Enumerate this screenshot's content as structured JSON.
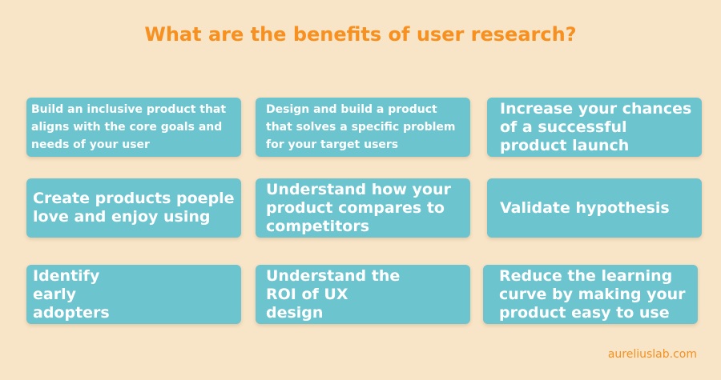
{
  "title": "What are the benefits of user research?",
  "colors": {
    "background": "#f8e4c6",
    "card": "#6cc4cf",
    "accent": "#f7901e",
    "card_text": "#ffffff"
  },
  "cards": [
    "Build an inclusive product that aligns with the core goals and needs of your user",
    "Design and build a product that solves a specific problem for your target users",
    "Increase your chances of a successful product launch",
    "Create products poeple love and enjoy using",
    "Understand how your product compares to competitors",
    "Validate hypothesis",
    "Identify early adopters",
    "Understand the ROI of UX design",
    "Reduce the learning curve by making your product easy to use"
  ],
  "footer": "aureliuslab.com"
}
